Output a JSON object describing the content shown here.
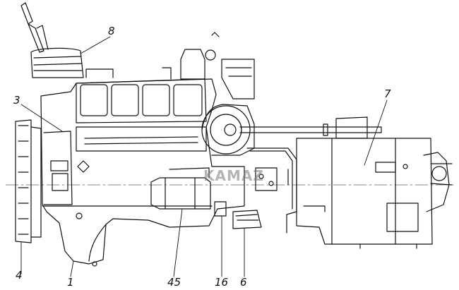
{
  "diagram": {
    "watermark": "KAMAZ",
    "callouts": [
      {
        "id": "8",
        "label": "8"
      },
      {
        "id": "3",
        "label": "3"
      },
      {
        "id": "7",
        "label": "7"
      },
      {
        "id": "4",
        "label": "4"
      },
      {
        "id": "1",
        "label": "1"
      },
      {
        "id": "45",
        "label": "45"
      },
      {
        "id": "16",
        "label": "16"
      },
      {
        "id": "6",
        "label": "6"
      }
    ]
  }
}
